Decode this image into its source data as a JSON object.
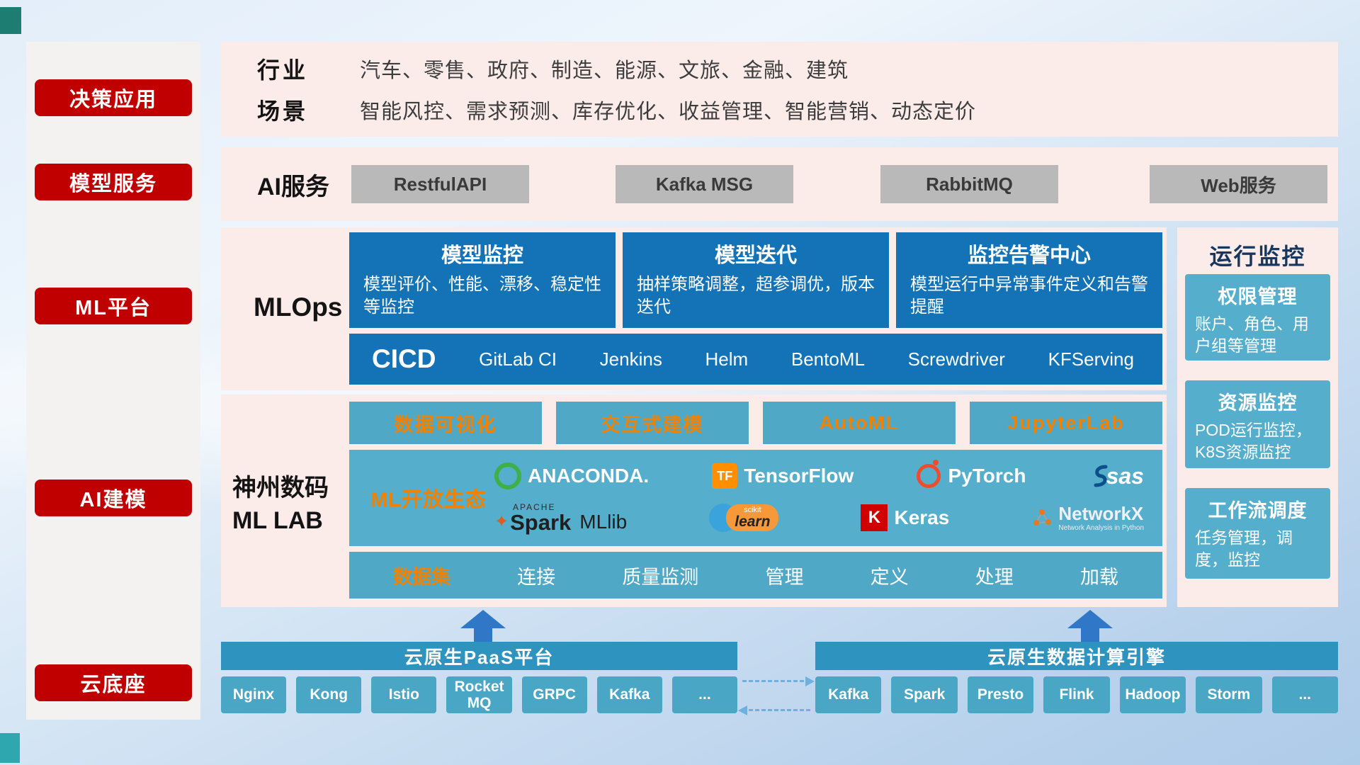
{
  "sidebar": {
    "items": [
      {
        "label": "决策应用"
      },
      {
        "label": "模型服务"
      },
      {
        "label": "ML平台"
      },
      {
        "label": "AI建模"
      },
      {
        "label": "云底座"
      }
    ]
  },
  "industry": {
    "rows": [
      {
        "label": "行业",
        "text": "汽车、零售、政府、制造、能源、文旅、金融、建筑"
      },
      {
        "label": "场景",
        "text": "智能风控、需求预测、库存优化、收益管理、智能营销、动态定价"
      }
    ]
  },
  "ai_service": {
    "label": "AI服务",
    "buttons": [
      {
        "label": "RestfulAPI"
      },
      {
        "label": "Kafka MSG"
      },
      {
        "label": "RabbitMQ"
      },
      {
        "label": "Web服务"
      }
    ]
  },
  "mlops": {
    "label": "MLOps",
    "cards": [
      {
        "title": "模型监控",
        "desc": "模型评价、性能、漂移、稳定性等监控"
      },
      {
        "title": "模型迭代",
        "desc": "抽样策略调整，超参调优，版本迭代"
      },
      {
        "title": "监控告警中心",
        "desc": "模型运行中异常事件定义和告警提醒"
      }
    ],
    "cicd": {
      "title": "CICD",
      "tools": [
        {
          "name": "GitLab CI"
        },
        {
          "name": "Jenkins"
        },
        {
          "name": "Helm"
        },
        {
          "name": "BentoML"
        },
        {
          "name": "Screwdriver"
        },
        {
          "name": "KFServing"
        }
      ]
    }
  },
  "mllab": {
    "label_line1": "神州数码",
    "label_line2": "ML LAB",
    "tools": [
      {
        "label": "数据可视化"
      },
      {
        "label": "交互式建模"
      },
      {
        "label": "AutoML"
      },
      {
        "label": "JupyterLab"
      }
    ],
    "ecosystem": {
      "label": "ML开放生态",
      "logos": {
        "anaconda": "ANACONDA.",
        "tensorflow": "TensorFlow",
        "pytorch": "PyTorch",
        "sas": "sas",
        "spark_small": "APACHE",
        "spark": "Spark",
        "mllib": "MLlib",
        "sklearn_top": "scikit",
        "sklearn": "learn",
        "keras_k": "K",
        "keras": "Keras",
        "networkx": "NetworkX",
        "networkx_sub": "Network Analysis in Python"
      }
    },
    "data_row": [
      {
        "label": "数据集"
      },
      {
        "label": "连接"
      },
      {
        "label": "质量监测"
      },
      {
        "label": "管理"
      },
      {
        "label": "定义"
      },
      {
        "label": "处理"
      },
      {
        "label": "加载"
      }
    ]
  },
  "monitor": {
    "title": "运行监控",
    "cards": [
      {
        "title": "权限管理",
        "desc": "账户、角色、用户组等管理"
      },
      {
        "title": "资源监控",
        "desc": "POD运行监控，K8S资源监控"
      },
      {
        "title": "工作流调度",
        "desc": "任务管理，调度，监控"
      }
    ]
  },
  "foundation": {
    "paas": {
      "title": "云原生PaaS平台",
      "items": [
        {
          "label": "Nginx"
        },
        {
          "label": "Kong"
        },
        {
          "label": "Istio"
        },
        {
          "label": "RocketMQ"
        },
        {
          "label": "GRPC"
        },
        {
          "label": "Kafka"
        },
        {
          "label": "..."
        }
      ]
    },
    "engine": {
      "title": "云原生数据计算引擎",
      "items": [
        {
          "label": "Kafka"
        },
        {
          "label": "Spark"
        },
        {
          "label": "Presto"
        },
        {
          "label": "Flink"
        },
        {
          "label": "Hadoop"
        },
        {
          "label": "Storm"
        },
        {
          "label": "..."
        }
      ]
    }
  },
  "colors": {
    "accent_red": "#c00000",
    "panel_pink": "#fbecea",
    "card_blue": "#1373b6",
    "teal": "#53adc9",
    "teal_dark": "#2e93be",
    "orange": "#f08200",
    "navy": "#17375e",
    "arrow_blue": "#3077c8"
  }
}
